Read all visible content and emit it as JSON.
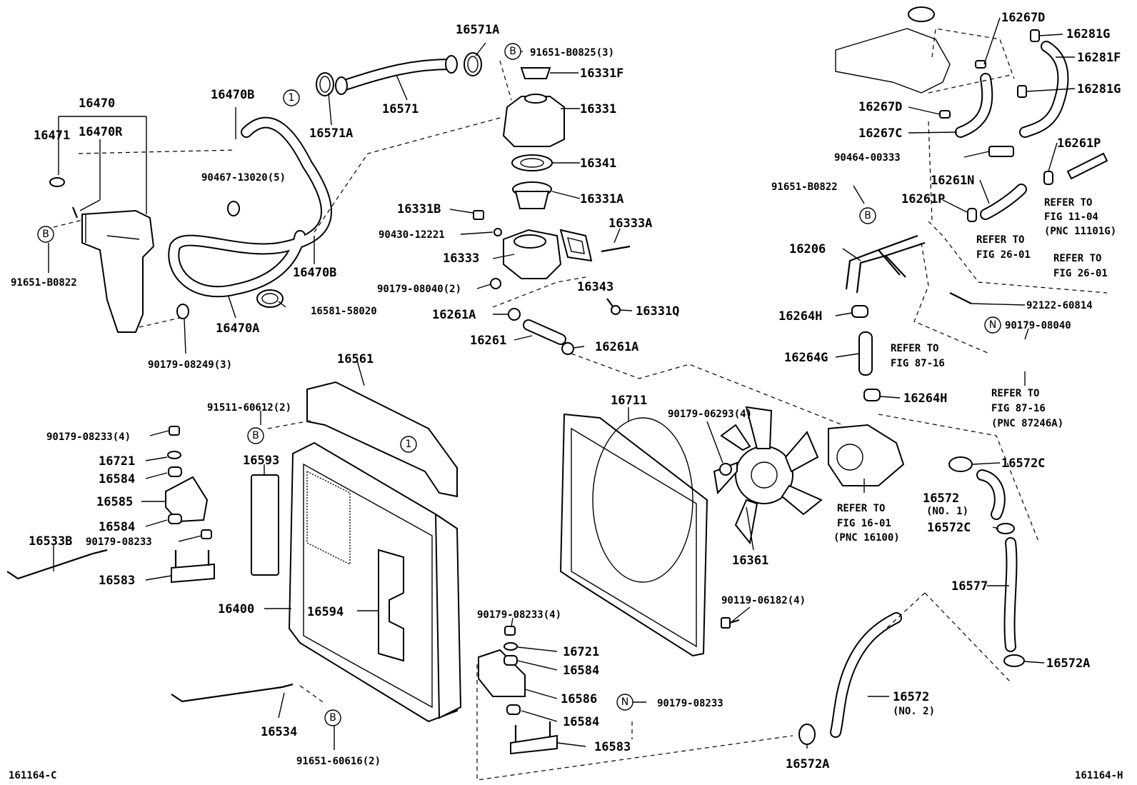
{
  "diagram": {
    "code_left": "161164-C",
    "code_right": "161164-H",
    "circle_markers": {
      "b": "B",
      "n": "N",
      "one": "1"
    },
    "labels": {
      "p16571A_top": "16571A",
      "p91651_B0825": "91651-B0825(3)",
      "p16331F": "16331F",
      "p16571": "16571",
      "p16331": "16331",
      "p16571A_bot": "16571A",
      "p16470": "16470",
      "p16470B_top": "16470B",
      "p16471": "16471",
      "p16470R": "16470R",
      "p16341": "16341",
      "p90467": "90467-13020(5)",
      "p16331A": "16331A",
      "p16331B": "16331B",
      "p90430": "90430-12221",
      "p16333A": "16333A",
      "p16333": "16333",
      "p16470B_bot": "16470B",
      "p91651_B0822_left": "91651-B0822",
      "p90179_08040_2": "90179-08040(2)",
      "p16343": "16343",
      "p16581": "16581-58020",
      "p16331Q": "16331Q",
      "p16261A_l": "16261A",
      "p16470A": "16470A",
      "p16261": "16261",
      "p16261A_r": "16261A",
      "p90179_08249": "90179-08249(3)",
      "p16561": "16561",
      "p16711": "16711",
      "p90179_06293": "90179-06293(4)",
      "p91511": "91511-60612(2)",
      "p90179_08233_4a": "90179-08233(4)",
      "p16593": "16593",
      "p16721_a": "16721",
      "p16584_a": "16584",
      "p16585": "16585",
      "p16584_b": "16584",
      "p16533B": "16533B",
      "p90179_08233_a": "90179-08233",
      "p16583_a": "16583",
      "p16361": "16361",
      "p90119": "90119-06182(4)",
      "p16400": "16400",
      "p16594": "16594",
      "p90179_08233_4b": "90179-08233(4)",
      "p16721_b": "16721",
      "p16584_c": "16584",
      "p16586": "16586",
      "p90179_08233_b": "90179-08233",
      "p16584_d": "16584",
      "p16534": "16534",
      "p16583_b": "16583",
      "p91651_60616": "91651-60616(2)",
      "p16267D_top": "16267D",
      "p16281G_top": "16281G",
      "p16281F": "16281F",
      "p16281G_mid": "16281G",
      "p16267D_mid": "16267D",
      "p16267C": "16267C",
      "p90464": "90464-00333",
      "p16261P_top": "16261P",
      "p91651_B0822_right": "91651-B0822",
      "p16261N": "16261N",
      "p16261P_mid": "16261P",
      "p16206": "16206",
      "p92122": "92122-60814",
      "p90179_08040": "90179-08040",
      "p16264H_top": "16264H",
      "p16264G": "16264G",
      "p16264H_bot": "16264H",
      "p16572C_top": "16572C",
      "p16572_no1": "16572",
      "p16572_no1_sub": "(NO. 1)",
      "p16572C_mid": "16572C",
      "p16577": "16577",
      "p16572A_r": "16572A",
      "p16572_no2": "16572",
      "p16572_no2_sub": "(NO. 2)",
      "p16572A_bot": "16572A"
    },
    "refs": {
      "r_11_04_a": "REFER TO",
      "r_11_04_b": "FIG 11-04",
      "r_11_04_c": "(PNC 11101G)",
      "r_26_01a_a": "REFER TO",
      "r_26_01a_b": "FIG 26-01",
      "r_26_01b_a": "REFER TO",
      "r_26_01b_b": "FIG 26-01",
      "r_87_16a_a": "REFER TO",
      "r_87_16a_b": "FIG 87-16",
      "r_87_16b_a": "REFER TO",
      "r_87_16b_b": "FIG 87-16",
      "r_87_16b_c": "(PNC 87246A)",
      "r_16_01_a": "REFER TO",
      "r_16_01_b": "FIG 16-01",
      "r_16_01_c": "(PNC 16100)"
    }
  }
}
